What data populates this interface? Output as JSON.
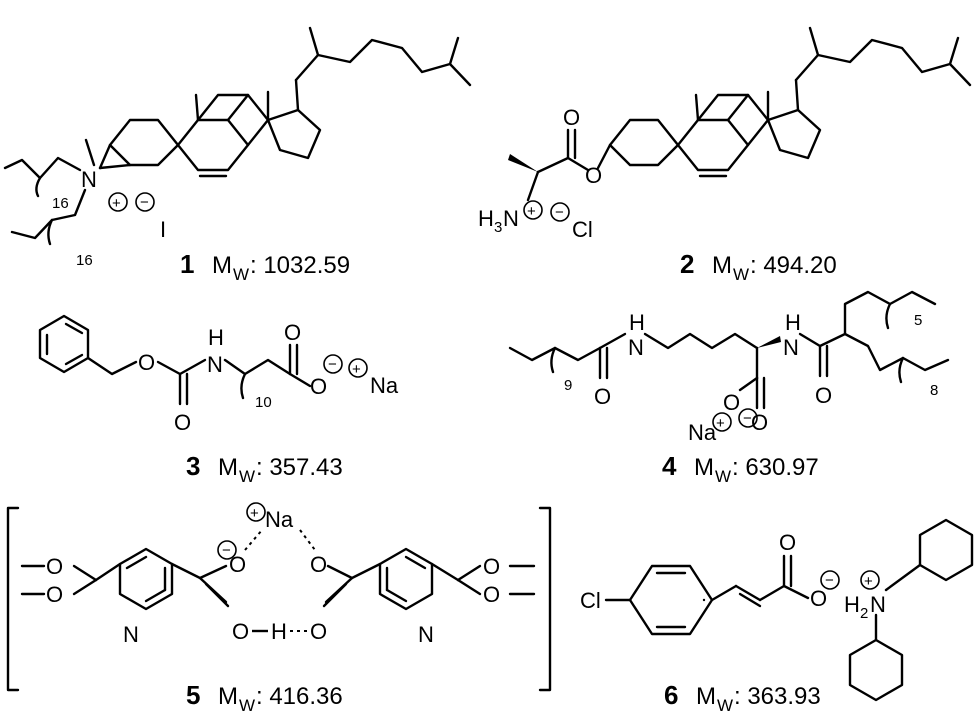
{
  "compounds": [
    {
      "number": "1",
      "mw_label": "M",
      "mw_sub": "W",
      "mw_value": ": 1032.59"
    },
    {
      "number": "2",
      "mw_label": "M",
      "mw_sub": "W",
      "mw_value": ": 494.20"
    },
    {
      "number": "3",
      "mw_label": "M",
      "mw_sub": "W",
      "mw_value": ": 357.43"
    },
    {
      "number": "4",
      "mw_label": "M",
      "mw_sub": "W",
      "mw_value": ": 630.97"
    },
    {
      "number": "5",
      "mw_label": "M",
      "mw_sub": "W",
      "mw_value": ": 416.36"
    },
    {
      "number": "6",
      "mw_label": "M",
      "mw_sub": "W",
      "mw_value": ": 363.93"
    }
  ],
  "atoms": {
    "N": "N",
    "I": "I",
    "O": "O",
    "Cl": "Cl",
    "Na": "Na",
    "H": "H",
    "H3": "H",
    "three": "3",
    "H2": "H",
    "two": "2",
    "plus": "+",
    "minus": "−"
  },
  "subscripts": {
    "c1_top": "16",
    "c1_bottom": "16",
    "c3": "10",
    "c4_left": "9",
    "c4_top": "5",
    "c4_bottom": "8"
  }
}
